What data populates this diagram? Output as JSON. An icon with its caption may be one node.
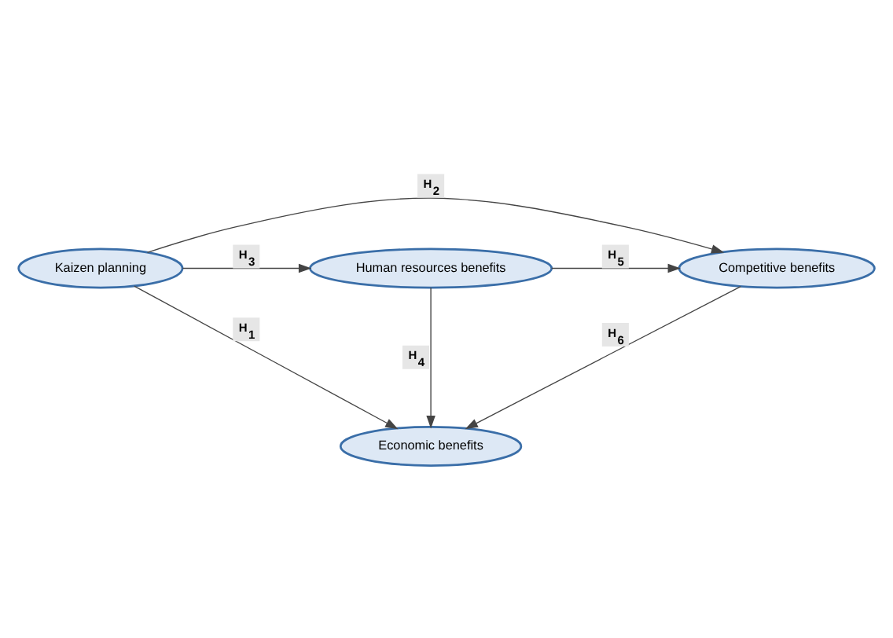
{
  "diagram": {
    "nodes": [
      {
        "text": [
          "Economic benefits"
        ]
      },
      {
        "text": [
          "Kaizen planning"
        ]
      },
      {
        "text": [
          "Competitive benefits"
        ]
      },
      {
        "text": [
          "Human resources benefits"
        ]
      }
    ],
    "edges": [
      {
        "from": 1,
        "to": 0,
        "arrow": "to",
        "label": "H$_{1}$"
      },
      {
        "from": 1,
        "to": 2,
        "arrow": "to",
        "label": "H$_{2}$"
      },
      {
        "from": 1,
        "to": 3,
        "arrow": "to",
        "label": "H$_{3}$"
      },
      {
        "from": 3,
        "to": 0,
        "arrow": "to",
        "label": "H$_{4}$"
      },
      {
        "from": 3,
        "to": 2,
        "arrow": "to",
        "label": "H$_{5}$"
      },
      {
        "from": 2,
        "to": 0,
        "arrow": "to",
        "label": "H$_{6}$"
      }
    ]
  }
}
